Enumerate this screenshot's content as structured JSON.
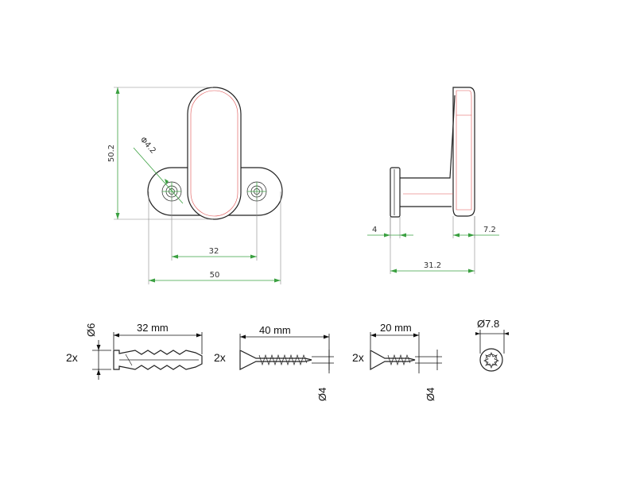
{
  "front_view": {
    "height_dim": "50.2",
    "hole_dim": "Φ4.2",
    "hole_spacing_dim": "32",
    "width_dim": "50"
  },
  "side_view": {
    "stem_dim": "4",
    "plate_dim": "7.2",
    "depth_dim": "31.2"
  },
  "hardware": {
    "dowel": {
      "qty": "2x",
      "length": "32 mm",
      "diameter": "Ø6"
    },
    "screw_long": {
      "qty": "2x",
      "length": "40 mm",
      "diameter": "Ø4"
    },
    "screw_short": {
      "qty": "2x",
      "length": "20 mm",
      "diameter": "Ø4"
    },
    "cap": {
      "diameter": "Ø7.8"
    }
  }
}
